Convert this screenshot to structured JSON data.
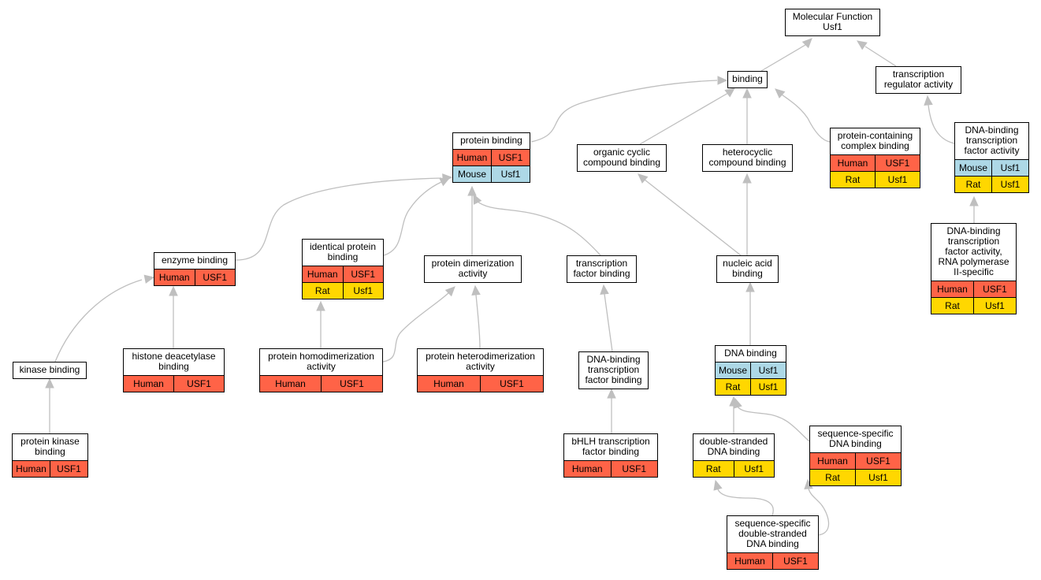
{
  "colors": {
    "edge": "#bfbfbf",
    "human": "#ff6347",
    "mouse": "#add8e6",
    "rat": "#ffd700"
  },
  "nodes": {
    "mf_root": {
      "lines": [
        "Molecular Function",
        "Usf1"
      ],
      "rows": []
    },
    "binding": {
      "lines": [
        "binding"
      ],
      "rows": []
    },
    "tra": {
      "lines": [
        "transcription",
        "regulator activity"
      ],
      "rows": []
    },
    "protbind": {
      "lines": [
        "protein binding"
      ],
      "rows": [
        [
          "Human",
          "USF1"
        ],
        [
          "Mouse",
          "Usf1"
        ]
      ]
    },
    "occb": {
      "lines": [
        "organic cyclic",
        "compound binding"
      ],
      "rows": []
    },
    "hcb": {
      "lines": [
        "heterocyclic",
        "compound binding"
      ],
      "rows": []
    },
    "pccb": {
      "lines": [
        "protein-containing",
        "complex binding"
      ],
      "rows": [
        [
          "Human",
          "USF1"
        ],
        [
          "Rat",
          "Usf1"
        ]
      ]
    },
    "dbtfa": {
      "lines": [
        "DNA-binding",
        "transcription",
        "factor activity"
      ],
      "rows": [
        [
          "Mouse",
          "Usf1"
        ],
        [
          "Rat",
          "Usf1"
        ]
      ]
    },
    "enzb": {
      "lines": [
        "enzyme binding"
      ],
      "rows": [
        [
          "Human",
          "USF1"
        ]
      ]
    },
    "ipb": {
      "lines": [
        "identical protein",
        "binding"
      ],
      "rows": [
        [
          "Human",
          "USF1"
        ],
        [
          "Rat",
          "Usf1"
        ]
      ]
    },
    "pda": {
      "lines": [
        "protein dimerization",
        "activity"
      ],
      "rows": []
    },
    "tfb": {
      "lines": [
        "transcription",
        "factor binding"
      ],
      "rows": []
    },
    "nab": {
      "lines": [
        "nucleic acid",
        "binding"
      ],
      "rows": []
    },
    "dbtfa2": {
      "lines": [
        "DNA-binding",
        "transcription",
        "factor activity,",
        "RNA polymerase",
        "II-specific"
      ],
      "rows": [
        [
          "Human",
          "USF1"
        ],
        [
          "Rat",
          "Usf1"
        ]
      ]
    },
    "kinb": {
      "lines": [
        "kinase binding"
      ],
      "rows": []
    },
    "hdb": {
      "lines": [
        "histone deacetylase",
        "binding"
      ],
      "rows": [
        [
          "Human",
          "USF1"
        ]
      ]
    },
    "phda": {
      "lines": [
        "protein homodimerization",
        "activity"
      ],
      "rows": [
        [
          "Human",
          "USF1"
        ]
      ]
    },
    "phtda": {
      "lines": [
        "protein heterodimerization",
        "activity"
      ],
      "rows": [
        [
          "Human",
          "USF1"
        ]
      ]
    },
    "dbtfb": {
      "lines": [
        "DNA-binding",
        "transcription",
        "factor binding"
      ],
      "rows": []
    },
    "dnab": {
      "lines": [
        "DNA binding"
      ],
      "rows": [
        [
          "Mouse",
          "Usf1"
        ],
        [
          "Rat",
          "Usf1"
        ]
      ]
    },
    "pkb": {
      "lines": [
        "protein kinase",
        "binding"
      ],
      "rows": [
        [
          "Human",
          "USF1"
        ]
      ]
    },
    "bhlh": {
      "lines": [
        "bHLH transcription",
        "factor binding"
      ],
      "rows": [
        [
          "Human",
          "USF1"
        ]
      ]
    },
    "dsdb": {
      "lines": [
        "double-stranded",
        "DNA binding"
      ],
      "rows": [
        [
          "Rat",
          "Usf1"
        ]
      ]
    },
    "ssdb": {
      "lines": [
        "sequence-specific",
        "DNA binding"
      ],
      "rows": [
        [
          "Human",
          "USF1"
        ],
        [
          "Rat",
          "Usf1"
        ]
      ]
    },
    "ssdsdb": {
      "lines": [
        "sequence-specific",
        "double-stranded",
        "DNA binding"
      ],
      "rows": [
        [
          "Human",
          "USF1"
        ]
      ]
    }
  }
}
